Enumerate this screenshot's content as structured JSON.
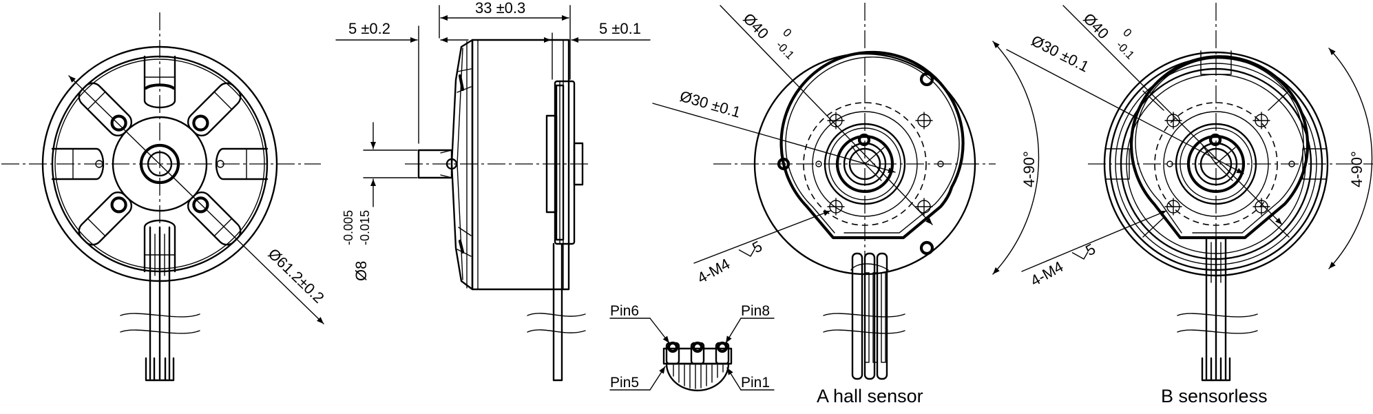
{
  "views": {
    "front": {
      "diameter_label": "Ø61.2±0.2"
    },
    "side": {
      "length_label": "33 ±0.3",
      "left_offset_label": "5 ±0.2",
      "right_offset_label": "5 ±0.1",
      "shaft_label": "Ø8",
      "shaft_tol_upper": "-0.005",
      "shaft_tol_lower": "-0.015"
    },
    "pins": {
      "labels": [
        "Pin6",
        "Pin8",
        "Pin5",
        "Pin1"
      ]
    },
    "hall_sensor": {
      "caption": "A  hall sensor",
      "outer_diameter_label": "Ø40",
      "outer_tol_upper": "0",
      "outer_tol_lower": "-0.1",
      "inner_diameter_label": "Ø30 ±0.1",
      "angle_label": "4-90°",
      "holes_label": "4-M4",
      "depth_label": "5"
    },
    "sensorless": {
      "caption": "B  sensorless",
      "outer_diameter_label": "Ø40",
      "outer_tol_upper": "0",
      "outer_tol_lower": "-0.1",
      "inner_diameter_label": "Ø30 ±0.1",
      "angle_label": "4-90°",
      "holes_label": "4-M4",
      "depth_label": "5"
    }
  }
}
